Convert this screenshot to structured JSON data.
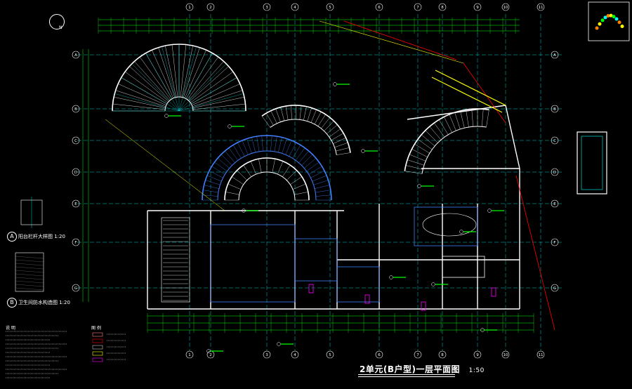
{
  "drawing": {
    "title": "2单元(B户型)一层平面图",
    "scale": "1:50",
    "north_label": "N"
  },
  "details": [
    {
      "marker": "A",
      "label": "阳台栏杆大样图 1:20"
    },
    {
      "marker": "B",
      "label": "卫生间防水构造图 1:20"
    }
  ],
  "notes_heading": "说 明",
  "legend_heading": "图 例",
  "grid_labels_top": [
    "1",
    "2",
    "3",
    "4",
    "5",
    "6",
    "7",
    "8",
    "9",
    "10",
    "11"
  ],
  "grid_labels_left": [
    "A",
    "B",
    "C",
    "D",
    "E",
    "F",
    "G"
  ],
  "colors": {
    "background": "#000000",
    "grid": "#00ffff",
    "wall": "#ffffff",
    "dimension": "#00ff00",
    "accent": "#ff0000",
    "hatch": "#ffff00",
    "door": "#ff00ff",
    "structure": "#4080ff"
  }
}
